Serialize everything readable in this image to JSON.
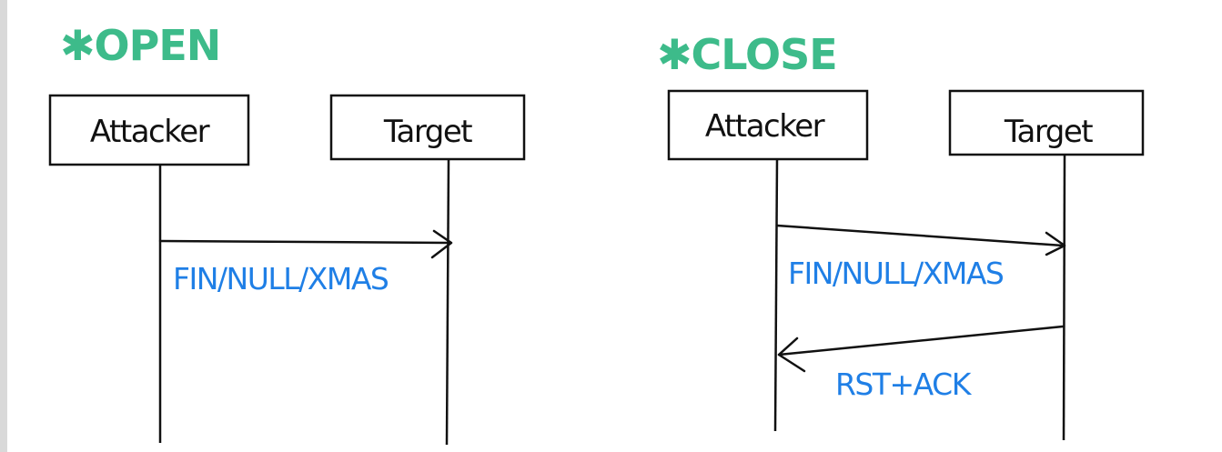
{
  "open": {
    "heading": "✱OPEN",
    "attacker": "Attacker",
    "target": "Target",
    "message": "FIN/NULL/XMAS"
  },
  "close": {
    "heading": "✱CLOSE",
    "attacker": "Attacker",
    "target": "Target",
    "message": "FIN/NULL/XMAS",
    "reply": "RST+ACK"
  },
  "colors": {
    "heading": "#3dbb8a",
    "message": "#1f7fe6",
    "ink": "#111111"
  }
}
